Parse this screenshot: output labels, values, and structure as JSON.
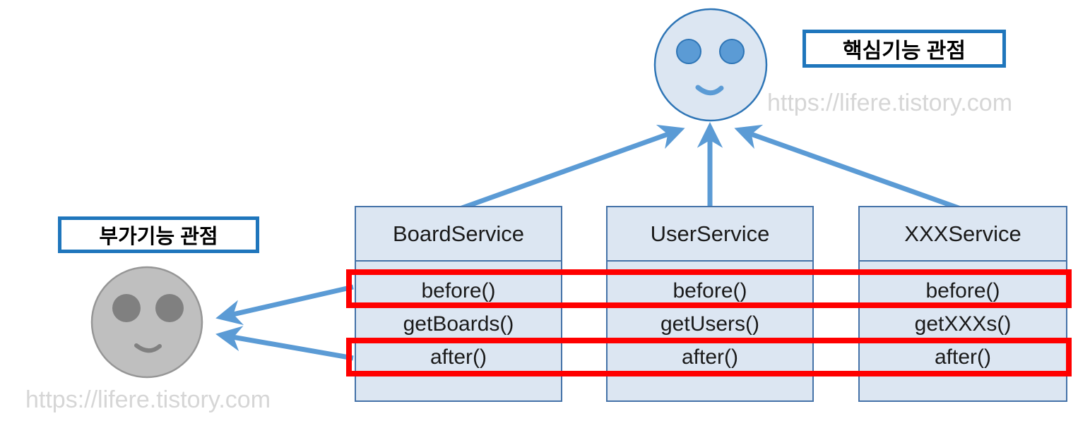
{
  "diagram": {
    "title": "Spring AOP core vs cross-cutting concern diagram",
    "colors": {
      "box_fill": "#DCE6F2",
      "box_border": "#4472A8",
      "arrow_blue": "#5B9BD5",
      "highlight_red": "#FF0000",
      "label_border": "#1F76BC",
      "gray_face_fill": "#BFBFBF",
      "gray_face_border": "#808080",
      "gray_face_eye": "#808080",
      "blue_face_fill": "#DCE6F2",
      "blue_face_border": "#2E75B6",
      "blue_face_eye": "#5B9BD5",
      "watermark": "#D6D6D6"
    }
  },
  "labels": {
    "core_perspective": "핵심기능 관점",
    "aux_perspective": "부가기능 관점"
  },
  "watermark": {
    "text": "https://lifere.tistory.com"
  },
  "faces": {
    "core": {
      "name": "blue-smiley-face",
      "variant": "blue"
    },
    "aux": {
      "name": "gray-smiley-face",
      "variant": "gray"
    }
  },
  "services": [
    {
      "id": "board-service",
      "header": "BoardService",
      "rows": [
        {
          "label": "before()",
          "highlighted": true
        },
        {
          "label": "getBoards()",
          "highlighted": false
        },
        {
          "label": "after()",
          "highlighted": true
        }
      ]
    },
    {
      "id": "user-service",
      "header": "UserService",
      "rows": [
        {
          "label": "before()",
          "highlighted": true
        },
        {
          "label": "getUsers()",
          "highlighted": false
        },
        {
          "label": "after()",
          "highlighted": true
        }
      ]
    },
    {
      "id": "xxx-service",
      "header": "XXXService",
      "rows": [
        {
          "label": "before()",
          "highlighted": true
        },
        {
          "label": "getXXXs()",
          "highlighted": false
        },
        {
          "label": "after()",
          "highlighted": true
        }
      ]
    }
  ],
  "connections": [
    {
      "name": "arrow-board-to-core-face",
      "from": "board-service",
      "to": "core-face"
    },
    {
      "name": "arrow-user-to-core-face",
      "from": "user-service",
      "to": "core-face"
    },
    {
      "name": "arrow-xxx-to-core-face",
      "from": "xxx-service",
      "to": "core-face"
    },
    {
      "name": "arrow-before-row-to-aux-face",
      "from": "before-row",
      "to": "aux-face"
    },
    {
      "name": "arrow-after-row-to-aux-face",
      "from": "after-row",
      "to": "aux-face"
    }
  ],
  "highlight_boxes": [
    {
      "name": "before-highlight",
      "row": "before()"
    },
    {
      "name": "after-highlight",
      "row": "after()"
    }
  ]
}
